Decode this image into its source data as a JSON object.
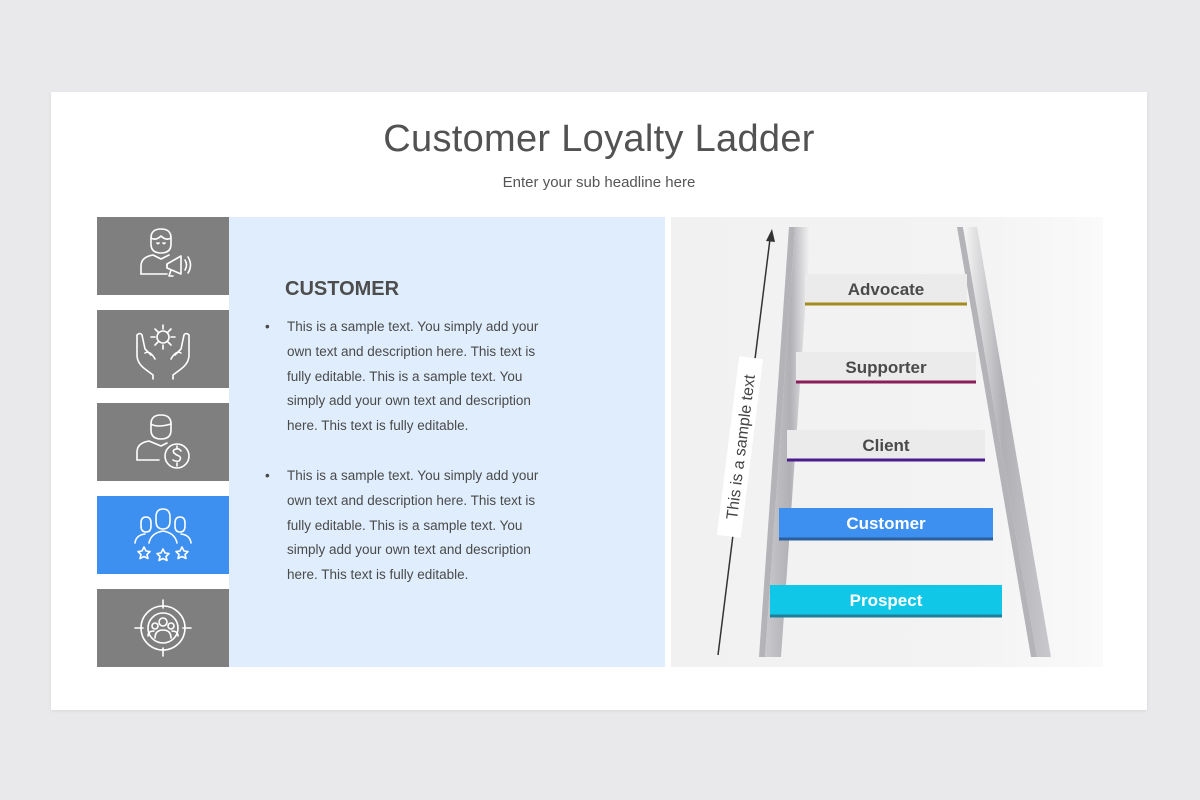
{
  "slide": {
    "title": "Customer Loyalty Ladder",
    "subtitle": "Enter your sub headline here"
  },
  "icons": [
    {
      "name": "speaker-person-icon",
      "active": false
    },
    {
      "name": "hands-gear-icon",
      "active": false
    },
    {
      "name": "person-dollar-icon",
      "active": false
    },
    {
      "name": "group-stars-icon",
      "active": true
    },
    {
      "name": "target-group-icon",
      "active": false
    }
  ],
  "panel": {
    "heading": "CUSTOMER",
    "bullets": [
      "This is a sample text. You simply add your own text and description here. This text is fully editable. This is a sample text. You simply add your own text and description here. This text is fully editable.",
      "This is a sample text. You simply add your own text and description here. This text is fully editable. This is a sample text. You simply add your own text and description here. This text is fully editable."
    ]
  },
  "ladder": {
    "arrow_label": "This is a sample text",
    "steps": [
      {
        "label": "Advocate",
        "line_color": "#a58a1e",
        "filled": false
      },
      {
        "label": "Supporter",
        "line_color": "#8b1d5a",
        "filled": false
      },
      {
        "label": "Client",
        "line_color": "#4b1d8c",
        "filled": false
      },
      {
        "label": "Customer",
        "fill_color": "#3d8ff0",
        "line_color": "#2b5f9e",
        "filled": true
      },
      {
        "label": "Prospect",
        "fill_color": "#11c7e8",
        "line_color": "#1e7f9a",
        "filled": true
      }
    ],
    "colors": {
      "filled_text": "#ffffff",
      "plain_text": "#4a4a4a",
      "rail": "#b9b9bd"
    }
  }
}
